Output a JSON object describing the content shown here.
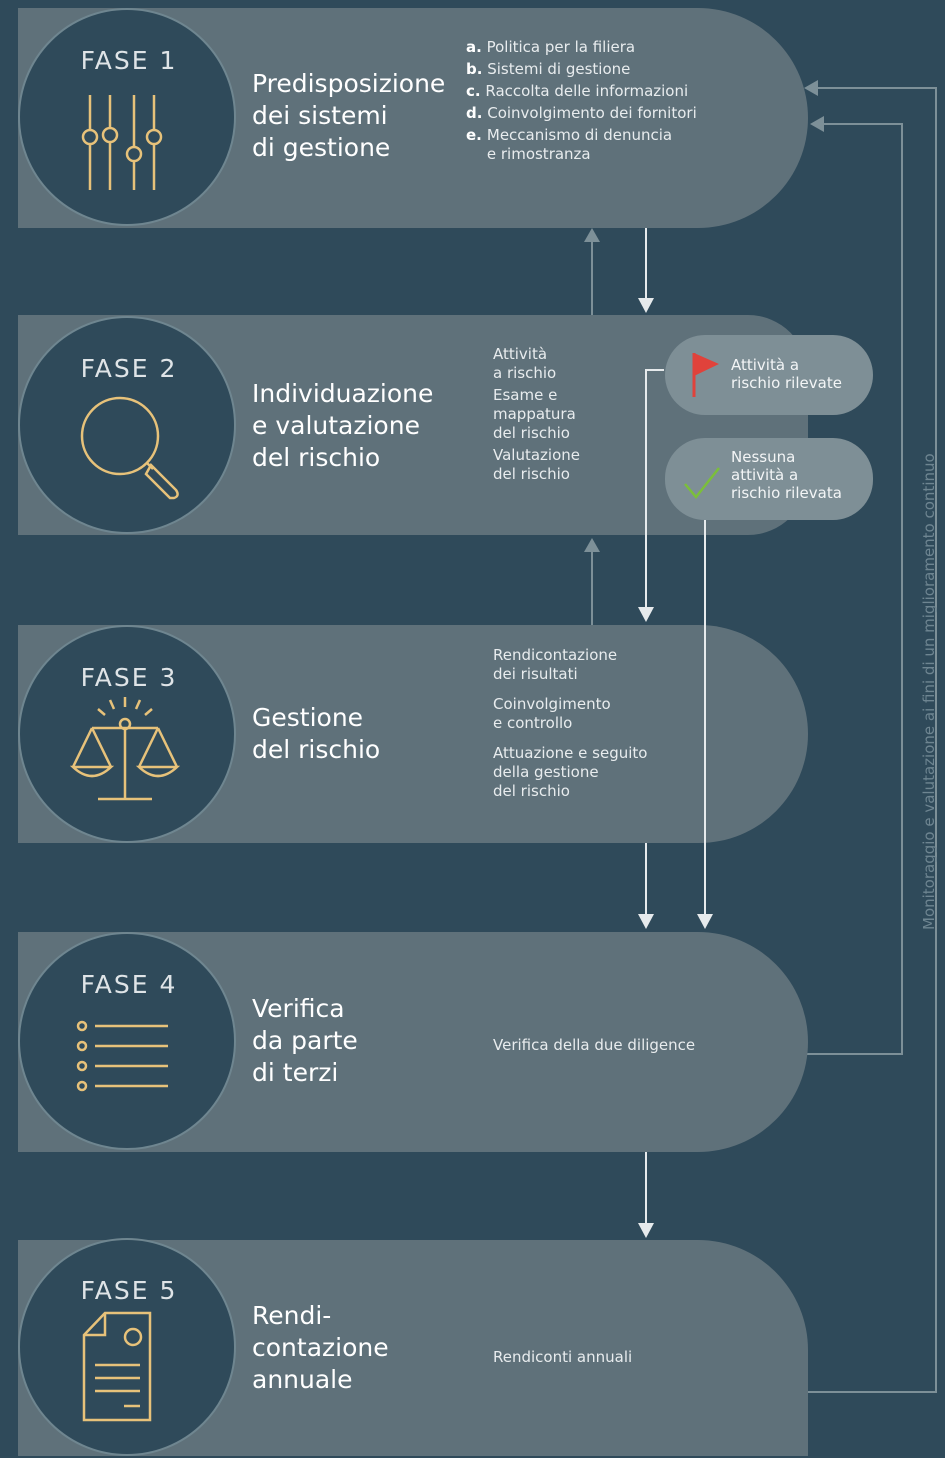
{
  "phases": [
    {
      "label": "FASE 1",
      "title": "Predisposizione\ndei sistemi\ndi gestione",
      "items": [
        {
          "letter": "a.",
          "text": "Politica per la filiera"
        },
        {
          "letter": "b.",
          "text": "Sistemi di gestione"
        },
        {
          "letter": "c.",
          "text": "Raccolta delle informazioni"
        },
        {
          "letter": "d.",
          "text": "Coinvolgimento dei fornitori"
        },
        {
          "letter": "e.",
          "text": "Meccanismo di denuncia\ne rimostranza"
        }
      ]
    },
    {
      "label": "FASE 2",
      "title": "Individuazione\ne valutazione\ndel rischio",
      "items": [
        {
          "text": "Attività\na rischio"
        },
        {
          "text": "Esame e\nmappatura\ndel rischio"
        },
        {
          "text": "Valutazione\ndel rischio"
        }
      ]
    },
    {
      "label": "FASE 3",
      "title": "Gestione\ndel rischio",
      "items": [
        {
          "text": "Rendicontazione\ndei risultati"
        },
        {
          "text": "Coinvolgimento\ne controllo"
        },
        {
          "text": "Attuazione e seguito\ndella gestione\ndel rischio"
        }
      ]
    },
    {
      "label": "FASE 4",
      "title": "Verifica\nda parte\ndi terzi",
      "items": [
        {
          "text": "Verifica della due diligence"
        }
      ]
    },
    {
      "label": "FASE 5",
      "title": "Rendi-\ncontazione\nannuale",
      "items": [
        {
          "text": "Rendiconti annuali"
        }
      ]
    }
  ],
  "badges": [
    {
      "text": "Attività a\nrischio rilevate",
      "icon": "red-flag-icon"
    },
    {
      "text": "Nessuna\nattività a\nrischio rilevata",
      "icon": "checkmark-icon"
    }
  ],
  "side_label": "Monitoraggio e valutazione ai fini di un miglioramento continuo",
  "colors": {
    "background": "#2f4a5a",
    "pill": "#5f717a",
    "gold": "#e7c27a",
    "flag": "#e0423b",
    "check": "#7bbf3a"
  }
}
